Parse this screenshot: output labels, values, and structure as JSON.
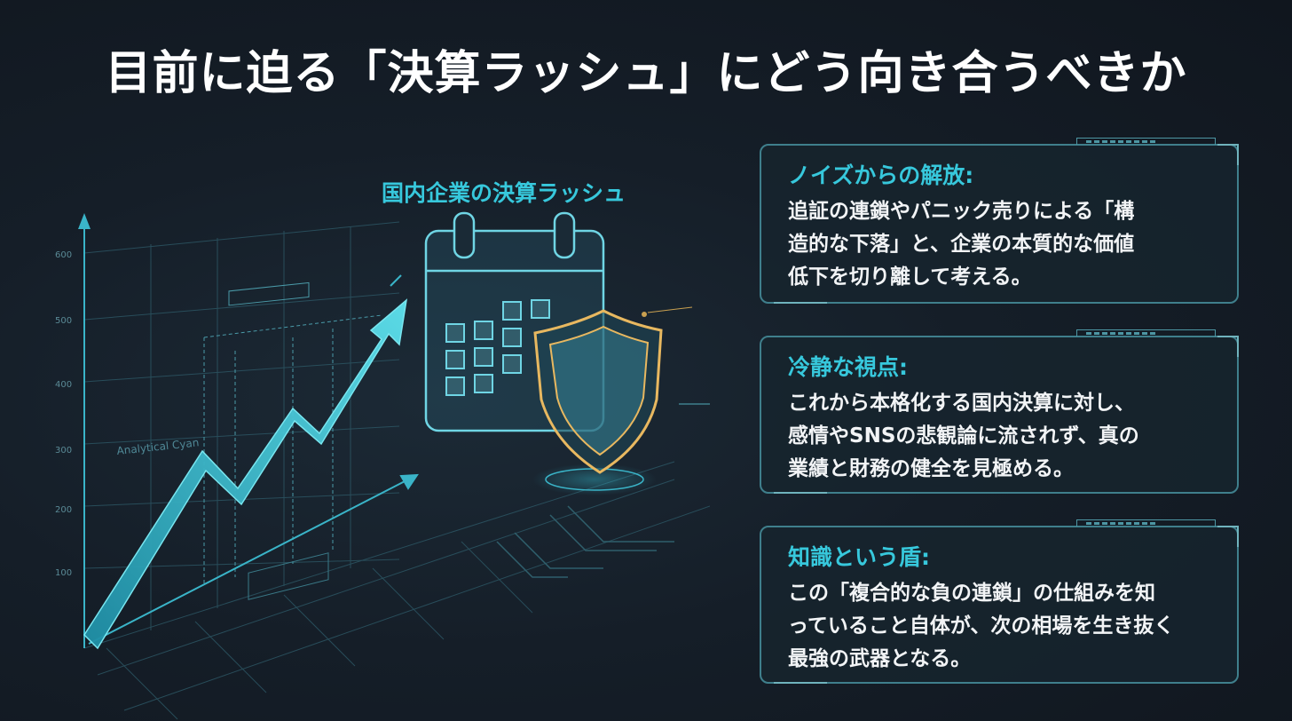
{
  "title": "目前に迫る「決算ラッシュ」にどう向き合うべきか",
  "illustration": {
    "label": "国内企業の決算ラッシュ",
    "watermark": "Analytical Cyan",
    "axis_ticks": [
      "600",
      "500",
      "400",
      "300",
      "200",
      "100"
    ]
  },
  "panels": [
    {
      "heading": "ノイズからの解放:",
      "lines": [
        "追証の連鎖やパニック売りによる「構",
        "造的な下落」と、企業の本質的な価値",
        "低下を切り離して考える。"
      ]
    },
    {
      "heading": "冷静な視点:",
      "lines": [
        "これから本格化する国内決算に対し、",
        "感情やSNSの悲観論に流されず、真の",
        "業績と財務の健全を見極める。"
      ]
    },
    {
      "heading": "知識という盾:",
      "lines": [
        "この「複合的な負の連鎖」の仕組みを知",
        "っていること自体が、次の相場を生き抜く",
        "最強の武器となる。"
      ]
    }
  ],
  "colors": {
    "accent": "#37c8dc",
    "shield": "#e8b860",
    "panel_border": "#3f7f8c"
  }
}
